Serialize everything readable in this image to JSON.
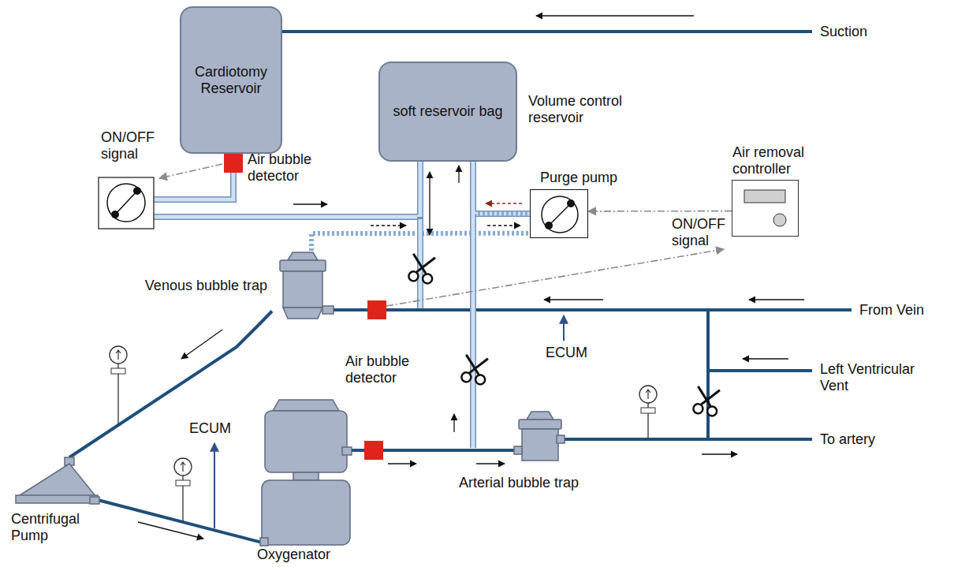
{
  "diagram": {
    "nodes": [
      {
        "text": [
          "Cardiotomy Reservoir"
        ]
      },
      {
        "text": [
          "soft reservoir bag",
          "Volume control reservoir"
        ]
      },
      {
        "text": [
          "Air removal controller"
        ]
      },
      {
        "text": [
          "Purge pump"
        ]
      },
      {
        "text": [
          "Venous bubble trap"
        ]
      },
      {
        "text": [
          "Centrifugal Pump"
        ]
      },
      {
        "text": [
          "Oxygenator"
        ]
      },
      {
        "text": [
          "Arterial bubble trap"
        ]
      }
    ],
    "edges": [
      {
        "from": 4,
        "to": 5,
        "arrow": "none"
      },
      {
        "from": 5,
        "to": 6,
        "arrow": "none"
      },
      {
        "from": 6,
        "to": 7,
        "arrow": "none"
      },
      {
        "from": 0,
        "to": 1,
        "arrow": "none"
      },
      {
        "from": 3,
        "to": 1,
        "arrow": "none"
      },
      {
        "from": 4,
        "to": 3,
        "arrow": "none"
      },
      {
        "from": 2,
        "to": 3,
        "arrow": "to"
      }
    ],
    "labels": [
      "Suction",
      "ON/OFF signal",
      "Air bubble detector",
      "ON/OFF signal",
      "From Vein",
      "ECUM",
      "Air bubble detector",
      "Left Ventricular Vent",
      "To artery",
      "ECUM"
    ]
  }
}
